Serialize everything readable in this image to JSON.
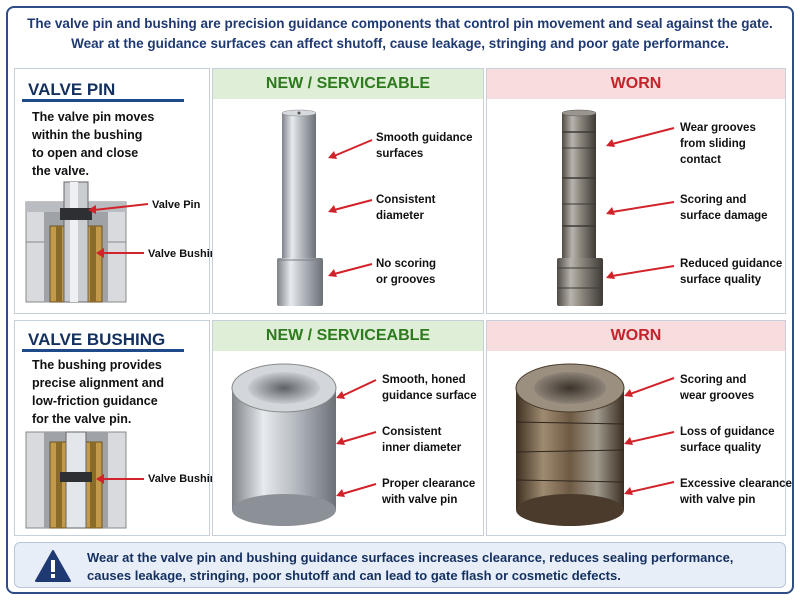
{
  "header": {
    "line1": "The valve pin and bushing are precision guidance components that control pin movement and seal against the gate.",
    "line2": "Wear at the guidance surfaces can affect shutoff, cause leakage, stringing and poor gate performance."
  },
  "valve_pin": {
    "title": "VALVE PIN",
    "desc": [
      "The valve pin moves",
      "within the bushing",
      "to open and close",
      "the valve."
    ],
    "diagram_labels": {
      "pin": "Valve Pin",
      "bushing": "Valve Bushing"
    },
    "new_title": "NEW / SERVICEABLE",
    "worn_title": "WORN",
    "new_callouts": [
      [
        "Smooth guidance",
        "surfaces"
      ],
      [
        "Consistent",
        "diameter"
      ],
      [
        "No scoring",
        "or grooves"
      ]
    ],
    "worn_callouts": [
      [
        "Wear grooves",
        "from sliding",
        "contact"
      ],
      [
        "Scoring and",
        "surface damage"
      ],
      [
        "Reduced guidance",
        "surface quality"
      ]
    ]
  },
  "valve_bushing": {
    "title": "VALVE BUSHING",
    "desc": [
      "The bushing provides",
      "precise alignment and",
      "low-friction guidance",
      "for the valve pin."
    ],
    "diagram_labels": {
      "bushing": "Valve Bushing"
    },
    "new_title": "NEW / SERVICEABLE",
    "worn_title": "WORN",
    "new_callouts": [
      [
        "Smooth, honed",
        "guidance surface"
      ],
      [
        "Consistent",
        "inner diameter"
      ],
      [
        "Proper clearance",
        "with valve pin"
      ]
    ],
    "worn_callouts": [
      [
        "Scoring and",
        "wear grooves"
      ],
      [
        "Loss of guidance",
        "surface quality"
      ],
      [
        "Excessive clearance",
        "with valve pin"
      ]
    ]
  },
  "footer": {
    "icon": "warning-icon",
    "line1": "Wear at the valve pin and bushing guidance surfaces increases clearance, reduces sealing performance,",
    "line2": "causes leakage, stringing, poor shutoff and can lead to gate flash or cosmetic defects."
  },
  "colors": {
    "accent": "#1f3a73",
    "new": "#2e7a1f",
    "worn": "#c4232b",
    "arrow": "#d2232a"
  }
}
